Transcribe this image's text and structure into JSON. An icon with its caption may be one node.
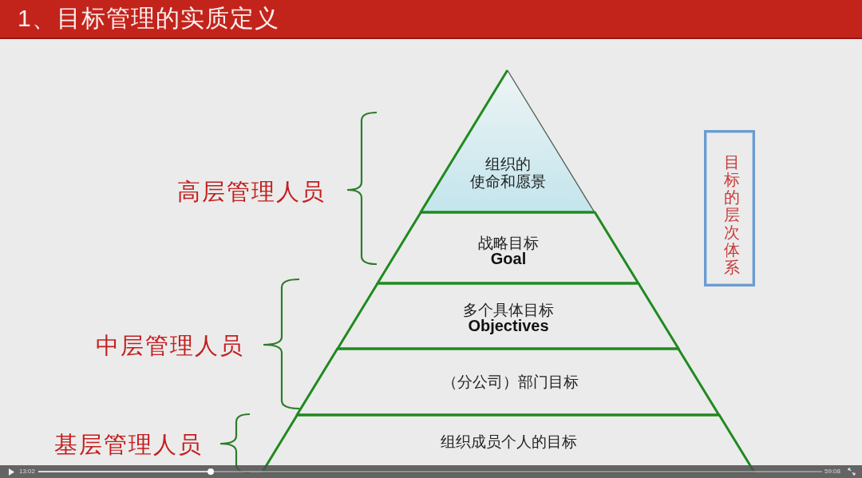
{
  "diagram": {
    "title": "1、目标管理的实质定义",
    "nodes": [
      {
        "text": [
          "组织的使命和愿景"
        ]
      },
      {
        "text": [
          "战略目标",
          "Goal"
        ]
      },
      {
        "text": [
          "多个具体目标",
          "Objectives"
        ]
      },
      {
        "text": [
          "（分公司）部门目标"
        ]
      },
      {
        "text": [
          "组织成员个人的目标"
        ]
      },
      {
        "text": [
          "目标的层次体系"
        ]
      }
    ],
    "labels": [
      "高层管理人员",
      "中层管理人员",
      "基层管理人员",
      "13:02",
      "59:08"
    ]
  }
}
